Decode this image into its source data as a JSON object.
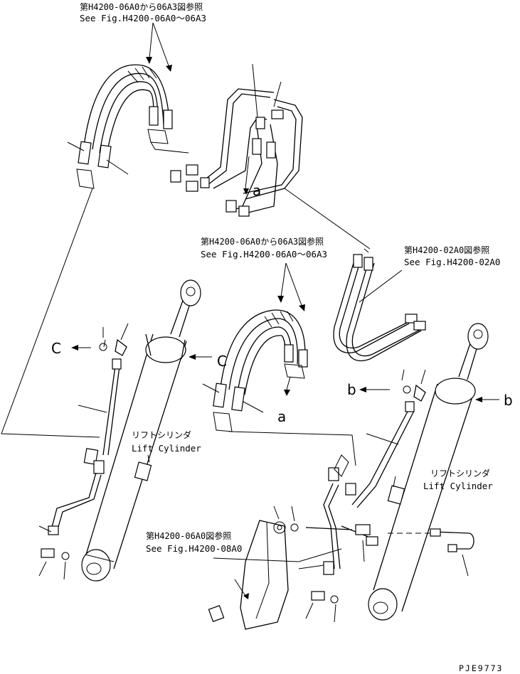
{
  "refs": {
    "top_jp": "第H4200-06A0から06A3図参照",
    "top_en": "See Fig.H4200-06A0～06A3",
    "mid_jp": "第H4200-06A0から06A3図参照",
    "mid_en": "See Fig.H4200-06A0～06A3",
    "right_jp": "第H4200-02A0図参照",
    "right_en": "See Fig.H4200-02A0",
    "bottom_jp": "第H4200-06A0図参照",
    "bottom_en": "See Fig.H4200-08A0"
  },
  "parts": {
    "left_cyl_jp": "リフトシリンダ",
    "left_cyl_en": "Lift Cylinder",
    "right_cyl_jp": "リフトシリンダ",
    "right_cyl_en": "Lift Cylinder"
  },
  "markers": {
    "c1": "C",
    "c2": "C",
    "a1": "a",
    "a2": "a",
    "b1": "b",
    "b2": "b"
  },
  "drawing_code": "PJE9773"
}
